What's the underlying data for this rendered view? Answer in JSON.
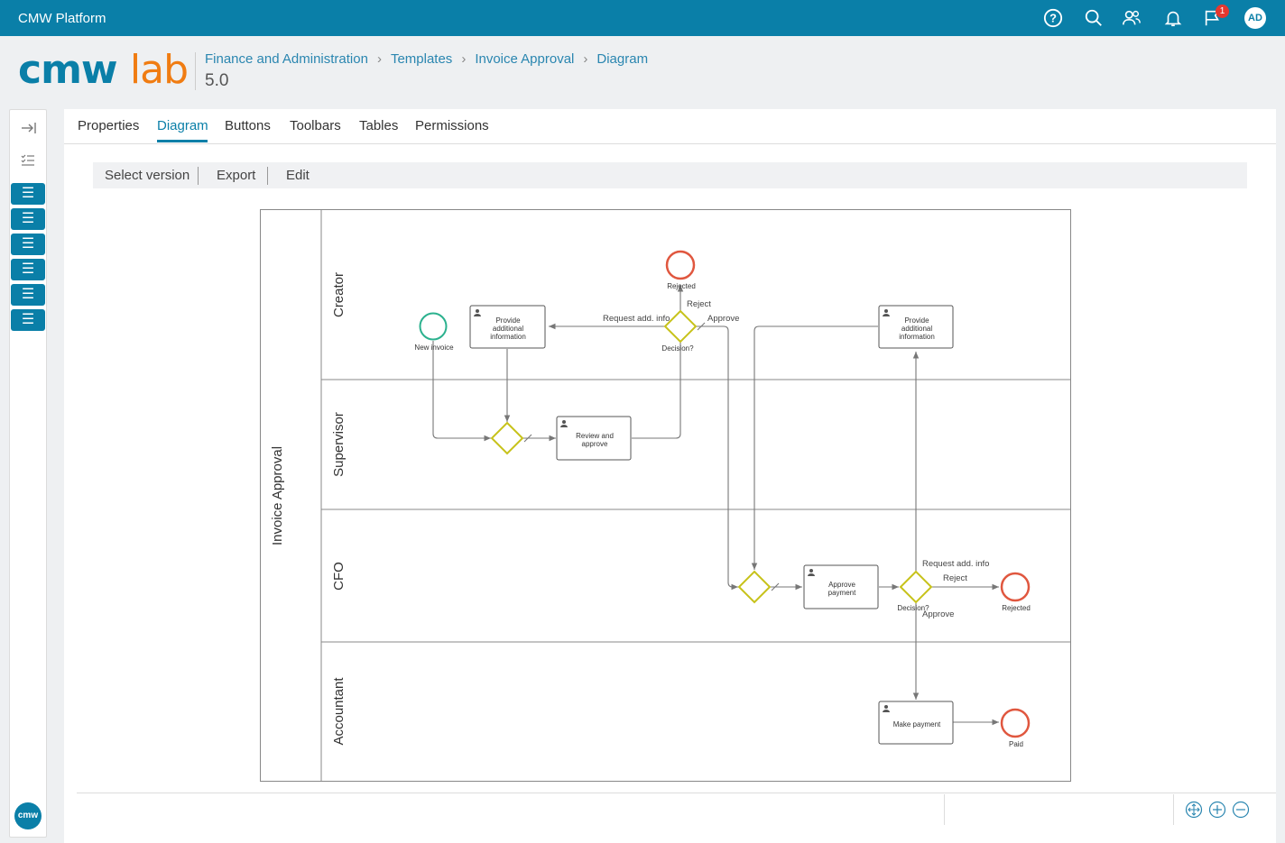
{
  "app": {
    "title": "CMW Platform",
    "notification_count": "1",
    "user_initials": "AD"
  },
  "topbar_icons": [
    "help-icon",
    "search-icon",
    "users-icon",
    "bell-icon",
    "flag-icon"
  ],
  "logo": {
    "part1": "cmw",
    "part2": "lab",
    "small": "cmw"
  },
  "breadcrumb": [
    "Finance and Administration",
    "Templates",
    "Invoice Approval",
    "Diagram"
  ],
  "version": "5.0",
  "tabs": [
    "Properties",
    "Diagram",
    "Buttons",
    "Toolbars",
    "Tables",
    "Permissions"
  ],
  "active_tab": "Diagram",
  "toolbar": {
    "select_version": "Select version",
    "export": "Export",
    "edit": "Edit"
  },
  "diagram": {
    "pool": "Invoice Approval",
    "lanes": [
      "Creator",
      "Supervisor",
      "CFO",
      "Accountant"
    ],
    "events": {
      "new_invoice": "New invoice",
      "rejected_top": "Rejected",
      "rejected_cfo": "Rejected",
      "paid": "Paid"
    },
    "tasks": {
      "provide_info_1": [
        "Provide",
        "additional",
        "information"
      ],
      "provide_info_2": [
        "Provide",
        "additional",
        "information"
      ],
      "review": [
        "Review and",
        "approve"
      ],
      "approve_payment": [
        "Approve",
        "payment"
      ],
      "make_payment": "Make payment"
    },
    "gateways": {
      "decision1": "Decision?",
      "decision2": "Decision?"
    },
    "flows": {
      "req_info_1": "Request add. info",
      "reject_1": "Reject",
      "approve_1": "Approve",
      "req_info_2": "Request add. info",
      "reject_2": "Reject",
      "approve_2": "Approve"
    }
  },
  "colors": {
    "brand": "#0a7fa8",
    "accent": "#f07c12",
    "end_event": "#e0573f",
    "start_event": "#2bb18e",
    "gateway": "#c7c21a"
  }
}
